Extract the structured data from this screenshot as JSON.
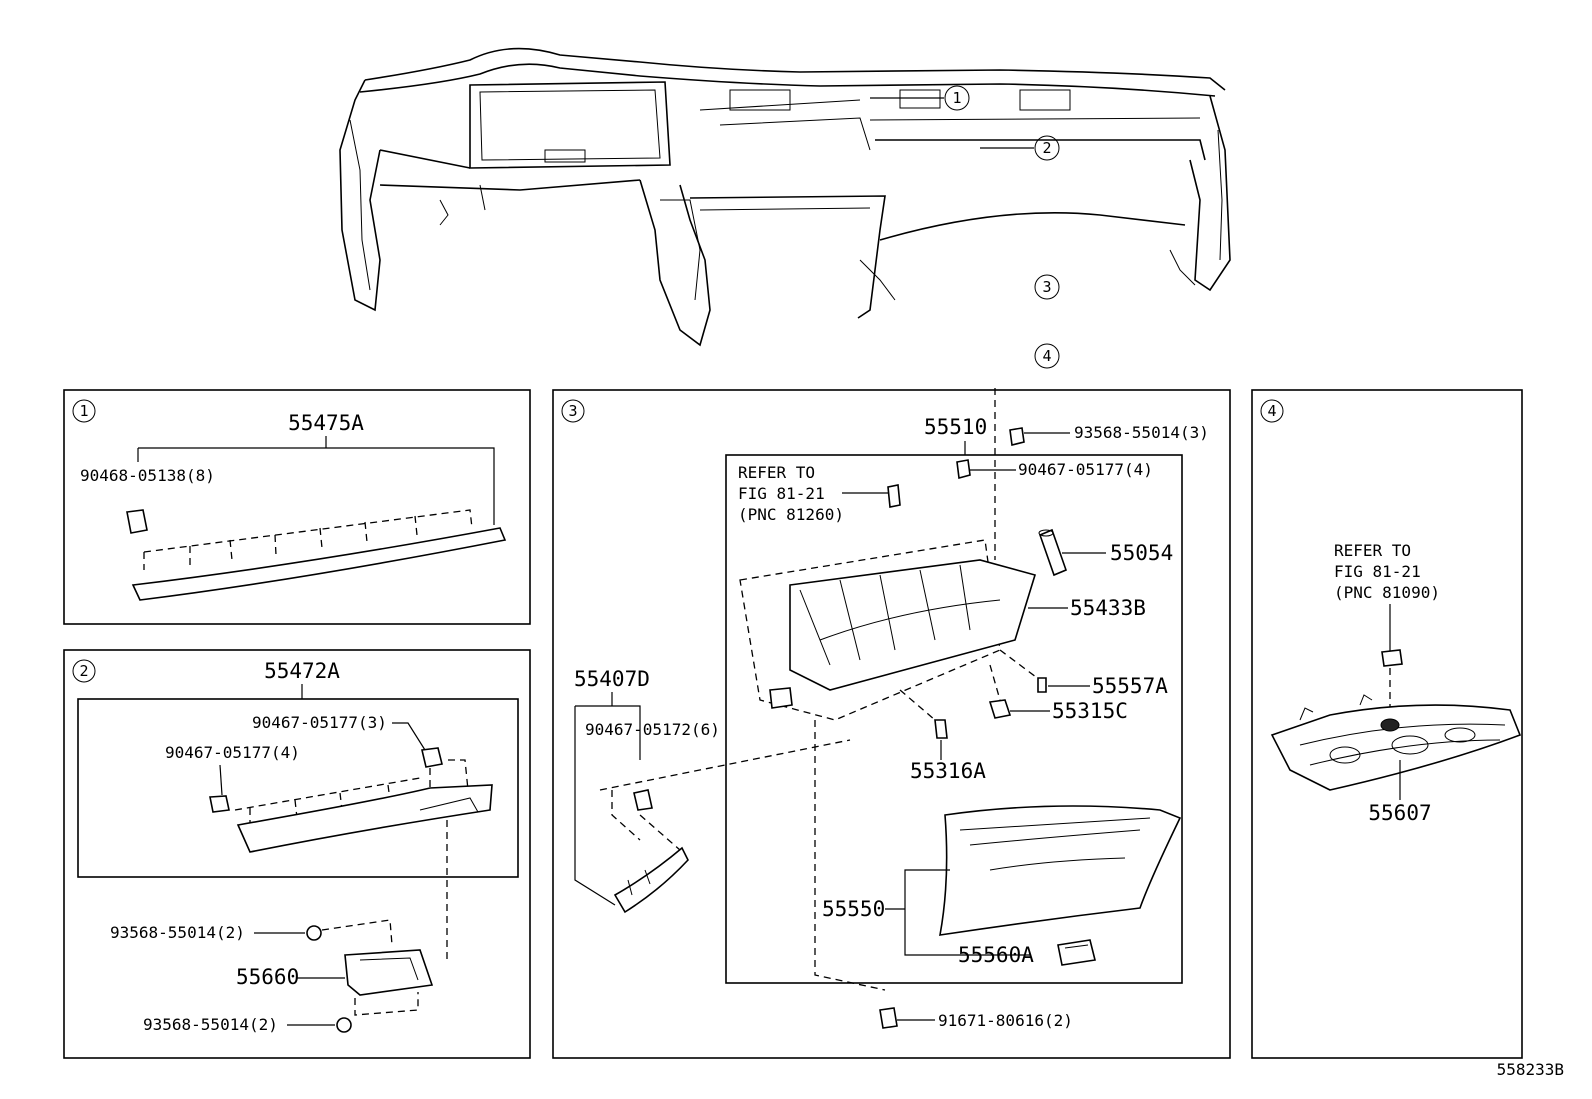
{
  "callouts": {
    "c1": "1",
    "c2": "2",
    "c3": "3",
    "c4": "4"
  },
  "panel1": {
    "index": "1",
    "part_top": "55475A",
    "fastener": "90468-05138(8)"
  },
  "panel2": {
    "index": "2",
    "part_top": "55472A",
    "clip_a": "90467-05177(3)",
    "clip_b": "90467-05177(4)",
    "screw_top": "93568-55014(2)",
    "bracket": "55660",
    "screw_bottom": "93568-55014(2)"
  },
  "panel3": {
    "index": "3",
    "part_55510": "55510",
    "screw_55014": "93568-55014(3)",
    "refer_line1": "REFER TO",
    "refer_line2": "FIG 81-21",
    "refer_line3": "(PNC 81260)",
    "clip_05177": "90467-05177(4)",
    "part_55054": "55054",
    "part_55433B": "55433B",
    "part_55407D": "55407D",
    "clip_05172": "90467-05172(6)",
    "part_55557A": "55557A",
    "part_55315C": "55315C",
    "part_55316A": "55316A",
    "part_55550": "55550",
    "part_55560A": "55560A",
    "bolt_80616": "91671-80616(2)"
  },
  "panel4": {
    "index": "4",
    "refer_line1": "REFER TO",
    "refer_line2": "FIG 81-21",
    "refer_line3": "(PNC 81090)",
    "part_55607": "55607"
  },
  "figure_id": "558233B"
}
